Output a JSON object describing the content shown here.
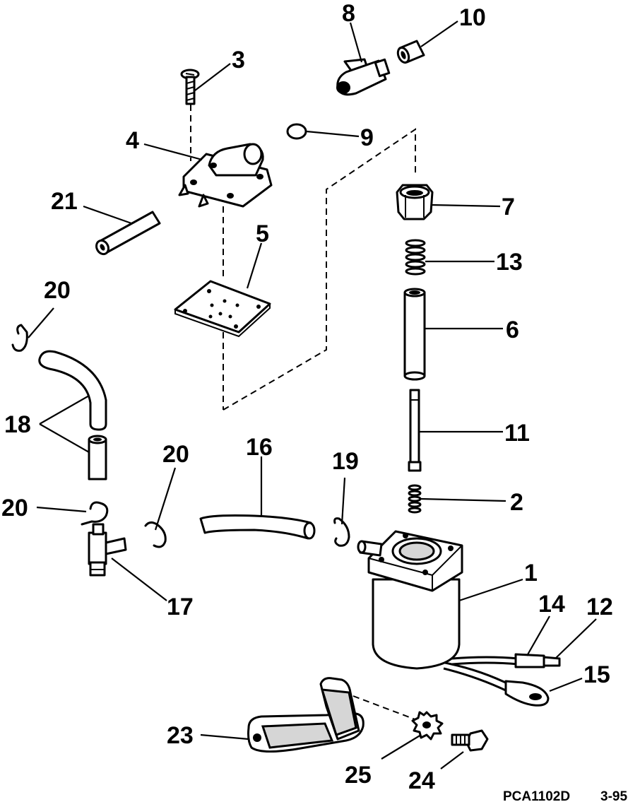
{
  "callouts": {
    "c1": "1",
    "c2": "2",
    "c3": "3",
    "c4": "4",
    "c5": "5",
    "c6": "6",
    "c7": "7",
    "c8": "8",
    "c9": "9",
    "c10": "10",
    "c11": "11",
    "c12": "12",
    "c13": "13",
    "c14": "14",
    "c15": "15",
    "c16": "16",
    "c17": "17",
    "c18": "18",
    "c19": "19",
    "c20a": "20",
    "c20b": "20",
    "c20c": "20",
    "c21": "21",
    "c23": "23",
    "c24": "24",
    "c25": "25"
  },
  "footer": {
    "code": "PCA1102D",
    "date": "3-95"
  }
}
